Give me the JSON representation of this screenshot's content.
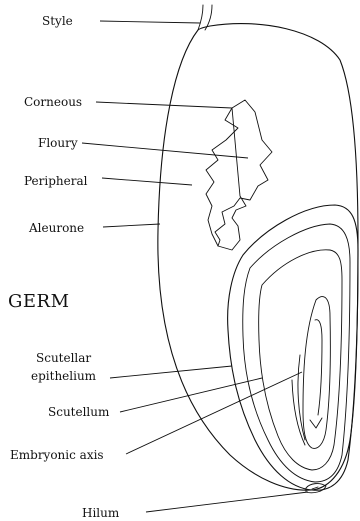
{
  "labels": {
    "style": "Style",
    "corneous": "Corneous",
    "floury": "Floury",
    "peripheral": "Peripheral",
    "aleurone": "Aleurone",
    "germ": "GERM",
    "scutellar_line1": "Scutellar",
    "scutellar_line2": "epithelium",
    "scutellum": "Scutellum",
    "embryonic_axis": "Embryonic axis",
    "hilum": "Hilum"
  }
}
